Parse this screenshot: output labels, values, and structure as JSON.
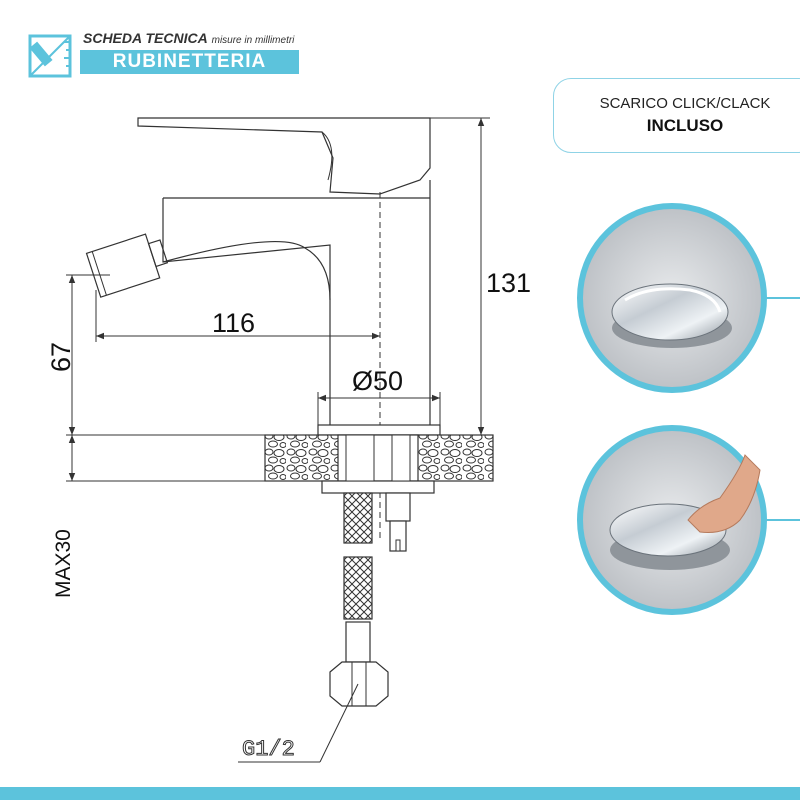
{
  "header": {
    "title": "SCHEDA TECNICA",
    "subtitle": "misure in millimetri",
    "badge": "RUBINETTERIA",
    "icon": "ruler-pencil-icon"
  },
  "drain_callout": {
    "line1": "SCARICO CLICK/CLACK",
    "line2": "INCLUSO"
  },
  "dimensions": {
    "height_total": "131",
    "spout_reach": "116",
    "spout_height": "67",
    "base_diameter": "Ø50",
    "max_thickness": "MAX30",
    "thread": "G1/2"
  },
  "colors": {
    "accent": "#5cc3dc",
    "line": "#333333",
    "badge_text": "#ffffff"
  }
}
